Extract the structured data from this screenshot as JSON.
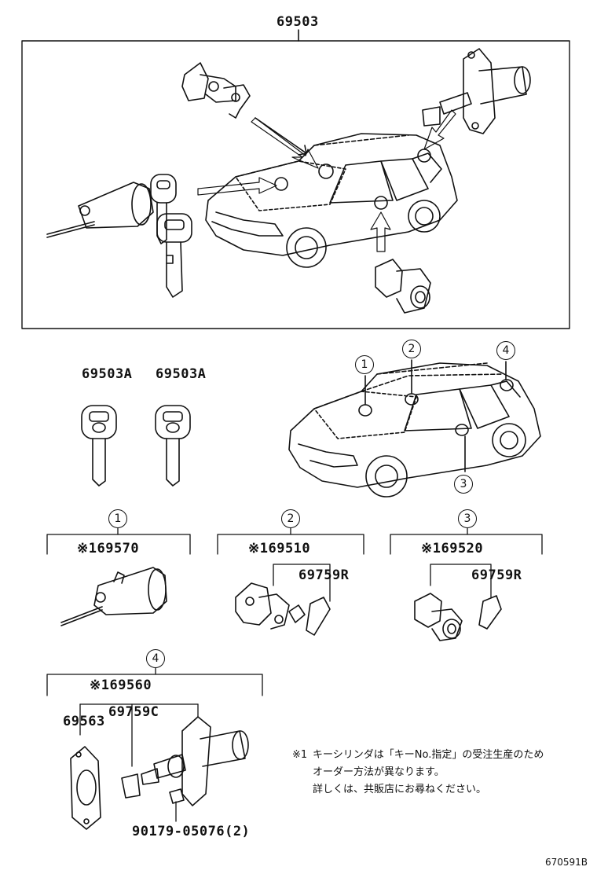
{
  "diagram": {
    "top_assembly_part": "69503",
    "key_parts": [
      "69503A",
      "69503A"
    ],
    "location_callouts": [
      "1",
      "2",
      "3",
      "4"
    ],
    "groups": [
      {
        "callout": "1",
        "part": "※169570",
        "subparts": []
      },
      {
        "callout": "2",
        "part": "※169510",
        "subparts": [
          "69759R"
        ]
      },
      {
        "callout": "3",
        "part": "※169520",
        "subparts": [
          "69759R"
        ]
      },
      {
        "callout": "4",
        "part": "※169560",
        "subparts": [
          "69563",
          "69759C",
          "90179-05076(2)"
        ]
      }
    ],
    "note": {
      "mark": "※1",
      "lines": [
        "キーシリンダは「キーNo.指定」の受注生産のため",
        "オーダー方法が異なります。",
        "詳しくは、共販店にお尋ねください。"
      ]
    },
    "diagram_id": "670591B"
  }
}
